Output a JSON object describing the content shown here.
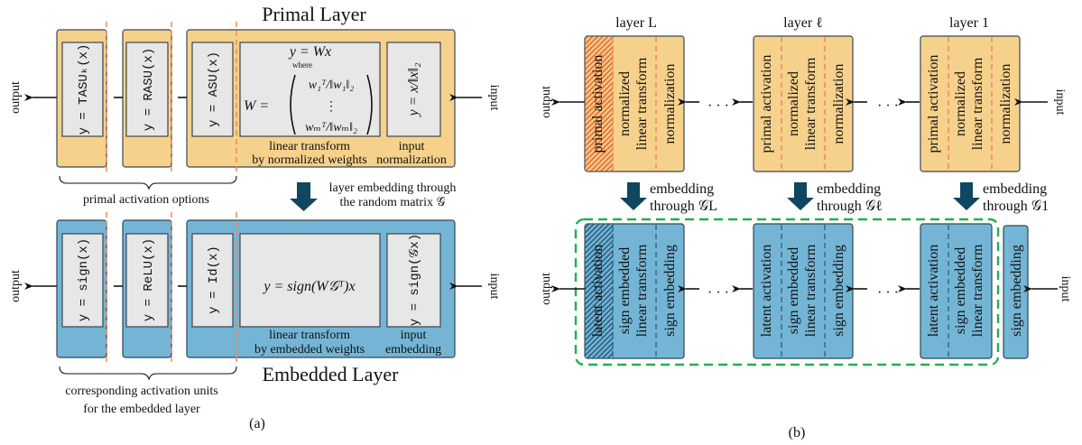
{
  "colors": {
    "primal_fill": "#f6d18b",
    "embedded_fill": "#74b5d5",
    "unit_fill": "#e7e7e7",
    "activation_split": "#ec8a5c",
    "embedding_arrow": "#0f4660",
    "group_outline": "#22b04d"
  },
  "panel_a": {
    "primal_title": "Primal Layer",
    "embedded_title": "Embedded Layer",
    "output": "output",
    "input": "input",
    "primal_units": [
      "y = TASUₖ(x)",
      "y = RASU(x)",
      "y = ASU(x)"
    ],
    "primal_norm": "y = x/‖x‖₂",
    "linear": {
      "eq": "y = Wx",
      "where": "where",
      "lhs": "W =",
      "row1": "w₁ᵀ/‖w₁‖₂",
      "dots": "⋮",
      "rowm": "wₘᵀ/‖wₘ‖₂"
    },
    "primal_labels": {
      "linear1": "linear transform",
      "linear2": "by normalized weights",
      "norm1": "input",
      "norm2": "normalization"
    },
    "embedded_units": [
      "y = sign(x)",
      "y = ReLU(x)",
      "y = Id(x)"
    ],
    "embedded_linear": "y = sign(W𝒢ᵀ)x",
    "embedded_input": "y = sign(𝒢x)",
    "embedded_labels": {
      "linear1": "linear transform",
      "linear2": "by embedded weights",
      "emb1": "input",
      "emb2": "embedding"
    },
    "primal_brace": "primal activation options",
    "embedded_brace": [
      "corresponding activation units",
      "for the embedded layer"
    ],
    "embedding_note": [
      "layer embedding through",
      "the random matrix 𝒢"
    ],
    "caption": "(a)"
  },
  "panel_b": {
    "output": "output",
    "input": "input",
    "dots": "· · ·",
    "layers": [
      {
        "title": "layer L",
        "top": [
          "primal activation",
          "normalized",
          "linear transform",
          "normalization"
        ],
        "embedding": [
          "embedding",
          "through 𝒢L"
        ],
        "bottom": [
          "latent activation",
          "sign embedded",
          "linear transform",
          "sign embedding"
        ]
      },
      {
        "title": "layer ℓ",
        "top": [
          "primal activation",
          "normalized",
          "linear transform",
          "normalization"
        ],
        "embedding": [
          "embedding",
          "through 𝒢ℓ"
        ],
        "bottom": [
          "latent activation",
          "sign embedded",
          "linear transform",
          "sign embedding"
        ]
      },
      {
        "title": "layer 1",
        "top": [
          "primal activation",
          "normalized",
          "linear transform",
          "normalization"
        ],
        "embedding": [
          "embedding",
          "through 𝒢1"
        ],
        "bottom": [
          "latent activation",
          "sign embedded",
          "linear transform"
        ]
      }
    ],
    "input_sign_embedding": "sign embedding",
    "caption": "(b)"
  }
}
